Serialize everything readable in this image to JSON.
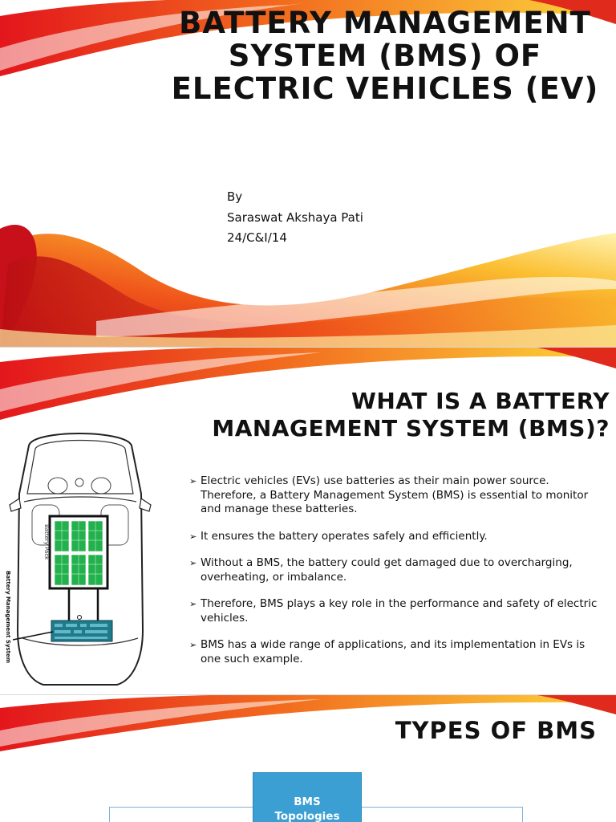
{
  "slide1": {
    "title": "BATTERY MANAGEMENT SYSTEM (BMS) OF ELECTRIC VEHICLES (EV)",
    "byline": [
      "By",
      "Saraswat Akshaya Pati",
      "24/C&I/14"
    ]
  },
  "slide2": {
    "title": "WHAT IS A BATTERY MANAGEMENT SYSTEM (BMS)?",
    "figure": {
      "battery_pack_label": "Battery Pack",
      "bms_label": "Battery Management System"
    },
    "bullet_icon": "arrowhead-bullet-icon",
    "bullets": [
      "Electric vehicles (EVs) use batteries as their main power source. Therefore, a Battery Management System (BMS) is essential to monitor and manage these batteries.",
      "It ensures the battery operates safely and efficiently.",
      "Without a BMS, the battery could get damaged due to overcharging, overheating, or imbalance.",
      "Therefore, BMS plays a key role in the performance and safety of electric vehicles.",
      "BMS has a wide range of applications, and its implementation in EVs is one such example."
    ]
  },
  "slide3": {
    "title": "TYPES OF BMS",
    "root_node": "BMS\nTopologies"
  },
  "colors": {
    "swoosh_red": "#d4161c",
    "swoosh_orange": "#f47a1f",
    "swoosh_yellow": "#fbd33a",
    "topology_box": "#3b9fd3",
    "battery_cell_green": "#22b14c",
    "bms_board_teal": "#1f7b8a"
  }
}
